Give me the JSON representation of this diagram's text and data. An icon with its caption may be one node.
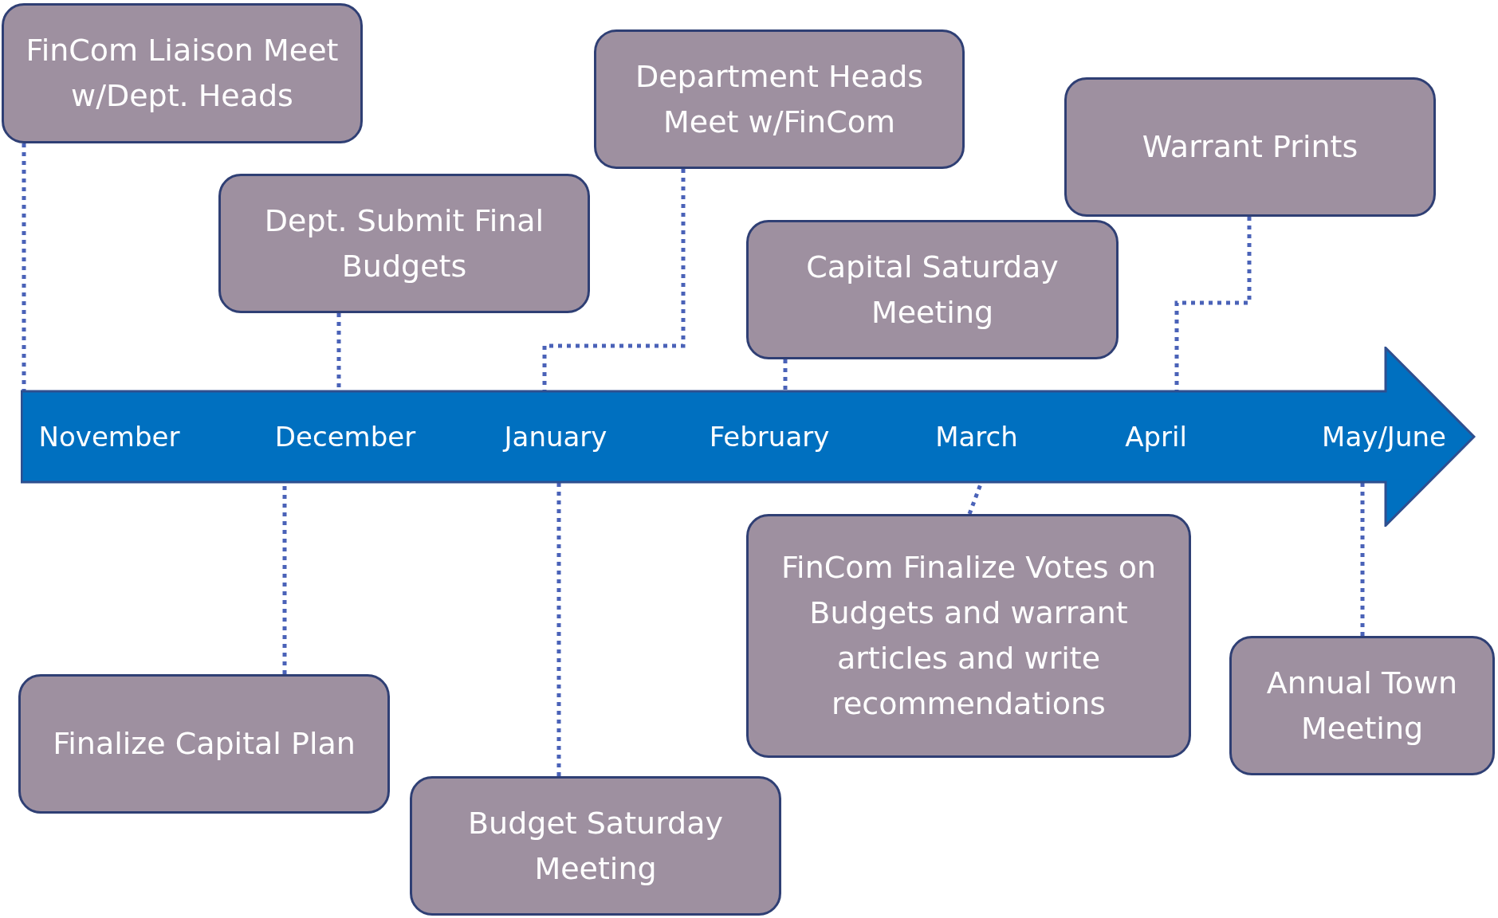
{
  "diagram": {
    "nodes": [
      {
        "text": [
          "FinCom Liaison Meet w/Dept. Heads"
        ]
      },
      {
        "text": [
          "Dept. Submit Final Budgets"
        ]
      },
      {
        "text": [
          "Department Heads Meet w/FinCom"
        ]
      },
      {
        "text": [
          "Warrant Prints"
        ]
      },
      {
        "text": [
          "Capital Saturday Meeting"
        ]
      },
      {
        "text": [
          "Finalize Capital Plan"
        ]
      },
      {
        "text": [
          "Budget Saturday Meeting"
        ]
      },
      {
        "text": [
          "FinCom Finalize Votes on Budgets and warrant articles and write recommendations"
        ]
      },
      {
        "text": [
          "Annual Town Meeting"
        ]
      },
      {
        "text": [
          "November",
          "December",
          "January",
          "February",
          "March",
          "April",
          "May/June"
        ]
      }
    ],
    "edges": [
      {
        "from": 0,
        "to": 9,
        "arrow": "none",
        "style": "dashed"
      },
      {
        "from": 1,
        "to": 9,
        "arrow": "none",
        "style": "dashed"
      },
      {
        "from": 2,
        "to": 9,
        "arrow": "none",
        "style": "dashed"
      },
      {
        "from": 3,
        "to": 9,
        "arrow": "none",
        "style": "dashed"
      },
      {
        "from": 4,
        "to": 9,
        "arrow": "none",
        "style": "dashed"
      },
      {
        "from": 5,
        "to": 9,
        "arrow": "none",
        "style": "dashed"
      },
      {
        "from": 6,
        "to": 9,
        "arrow": "none",
        "style": "dashed"
      },
      {
        "from": 7,
        "to": 9,
        "arrow": "none",
        "style": "dashed"
      },
      {
        "from": 8,
        "to": 9,
        "arrow": "none",
        "style": "dashed"
      }
    ]
  }
}
